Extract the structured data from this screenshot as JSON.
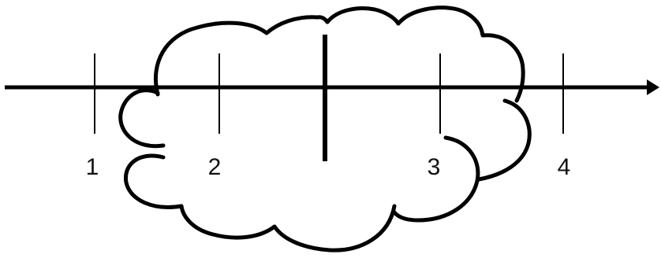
{
  "diagram": {
    "tick_labels": [
      "1",
      "2",
      "3",
      "4"
    ]
  },
  "colors": {
    "stroke": "#000000",
    "text": "#111111",
    "background": "#ffffff"
  }
}
